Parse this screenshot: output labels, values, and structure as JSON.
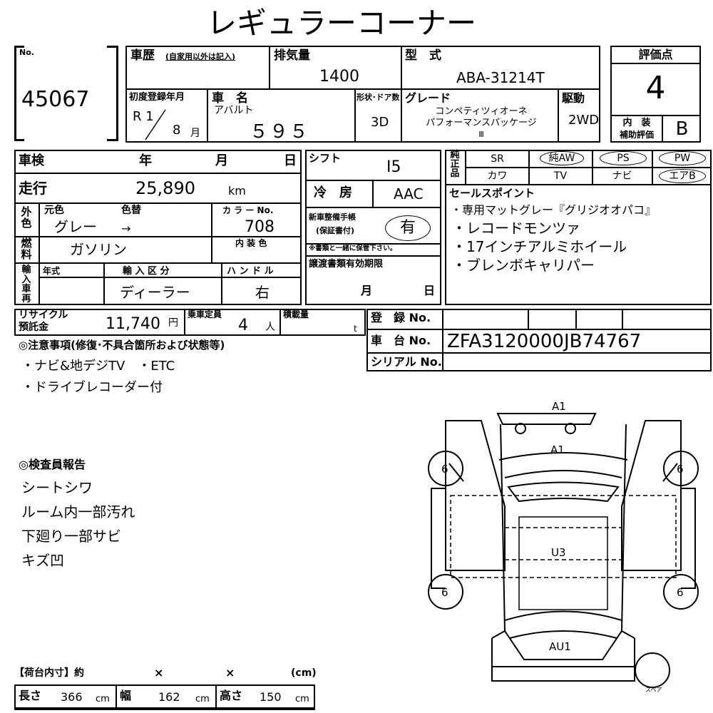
{
  "header": {
    "title": "レギュラーコーナー"
  },
  "lot": {
    "label": "No.",
    "number": "45067"
  },
  "history": {
    "label": "車歴",
    "note": "(自家用以外は記入)"
  },
  "displacement": {
    "label": "排気量",
    "value": "1400"
  },
  "model": {
    "label": "型　式",
    "value": "ABA-31214T"
  },
  "first_reg": {
    "label": "初度登録年月",
    "era": "R 1",
    "month": "8",
    "month_unit": "月"
  },
  "car_name": {
    "label": "車　名",
    "value": "アバルト",
    "grade_no": "５９５"
  },
  "shape": {
    "label": "形状･ドア数",
    "value": "3D"
  },
  "grade": {
    "label": "グレード",
    "line1": "コンペティツィオーネ",
    "line2": "パフォーマンスパッケージ",
    "line3": "Ⅲ"
  },
  "drive": {
    "label": "駆動",
    "value": "2WD"
  },
  "score": {
    "label": "評価点",
    "value": "4",
    "interior_label_1": "内　装",
    "interior_label_2": "補助評価",
    "interior_value": "B"
  },
  "inspection": {
    "label": "車検",
    "year": "年",
    "month": "月",
    "day": "日"
  },
  "mileage": {
    "label": "走行",
    "value": "25,890",
    "unit": "km"
  },
  "color": {
    "side_label": "外色",
    "orig_label": "元色",
    "change_label": "色替",
    "no_label": "カ ラ ー No.",
    "orig_value": "グレー",
    "arrow": "→",
    "no_value": "708",
    "interior_label": "内 装 色"
  },
  "fuel": {
    "label": "燃料",
    "value": "ガソリン"
  },
  "import": {
    "side_label": "輸入車再",
    "year_label": "年式",
    "division_label": "輸 入 区 分",
    "handle_label": "ハ ン ド ル",
    "division_value": "ディーラー",
    "handle_value": "右"
  },
  "shift": {
    "label": "シフト",
    "value": "I5"
  },
  "aircon": {
    "label": "冷　房",
    "value": "AAC"
  },
  "manual": {
    "label1": "新車整備手帳",
    "label2": "(保証書付)",
    "value": "有",
    "note": "※書類と一緒に保管下さい。"
  },
  "transfer": {
    "label": "譲渡書類有効期限",
    "month": "月",
    "day": "日"
  },
  "equipment": {
    "side_label": "純正品",
    "row1": [
      "SR",
      "純AW",
      "PS",
      "PW"
    ],
    "row2": [
      "カワ",
      "TV",
      "ナビ",
      "エアB"
    ]
  },
  "sales_points": {
    "label": "セールスポイント",
    "items": [
      "・専用マットグレー『グリジオオパコ』",
      "・レコードモンツァ",
      "・17インチアルミホイール",
      "・ブレンボキャリパー"
    ]
  },
  "recycle": {
    "label1": "リサイクル",
    "label2": "預託金",
    "value": "11,740",
    "unit": "円"
  },
  "capacity": {
    "label": "乗車定員",
    "value": "4",
    "unit": "人"
  },
  "load": {
    "label": "積載量",
    "unit": "t"
  },
  "registration": {
    "label": "登　録 No."
  },
  "chassis": {
    "label": "車　台 No.",
    "value": "ZFA3120000JB74767"
  },
  "serial": {
    "label": "シリアル No."
  },
  "notes": {
    "title": "◎注意事項(修復･不具合箇所および状態等)",
    "items": [
      "・ナビ&地デジTV　・ETC",
      "・ドライブレコーダー付"
    ]
  },
  "inspector": {
    "title": "◎検査員報告",
    "items": [
      "シートシワ",
      "ルーム内一部汚れ",
      "下廻り一部サビ",
      "キズ凹"
    ]
  },
  "diagram": {
    "top": "A1",
    "hood": "A1",
    "roof": "U3",
    "rear": "AU1",
    "tires": [
      "6",
      "6",
      "6",
      "6"
    ],
    "spare_label": "スペア"
  },
  "cargo": {
    "title": "【荷台内寸】約",
    "x1": "×",
    "x2": "×",
    "unit_cm": "(cm)",
    "length_label": "長さ",
    "length_value": "366",
    "width_label": "幅",
    "width_value": "162",
    "height_label": "高さ",
    "height_value": "150",
    "cm": "cm"
  }
}
